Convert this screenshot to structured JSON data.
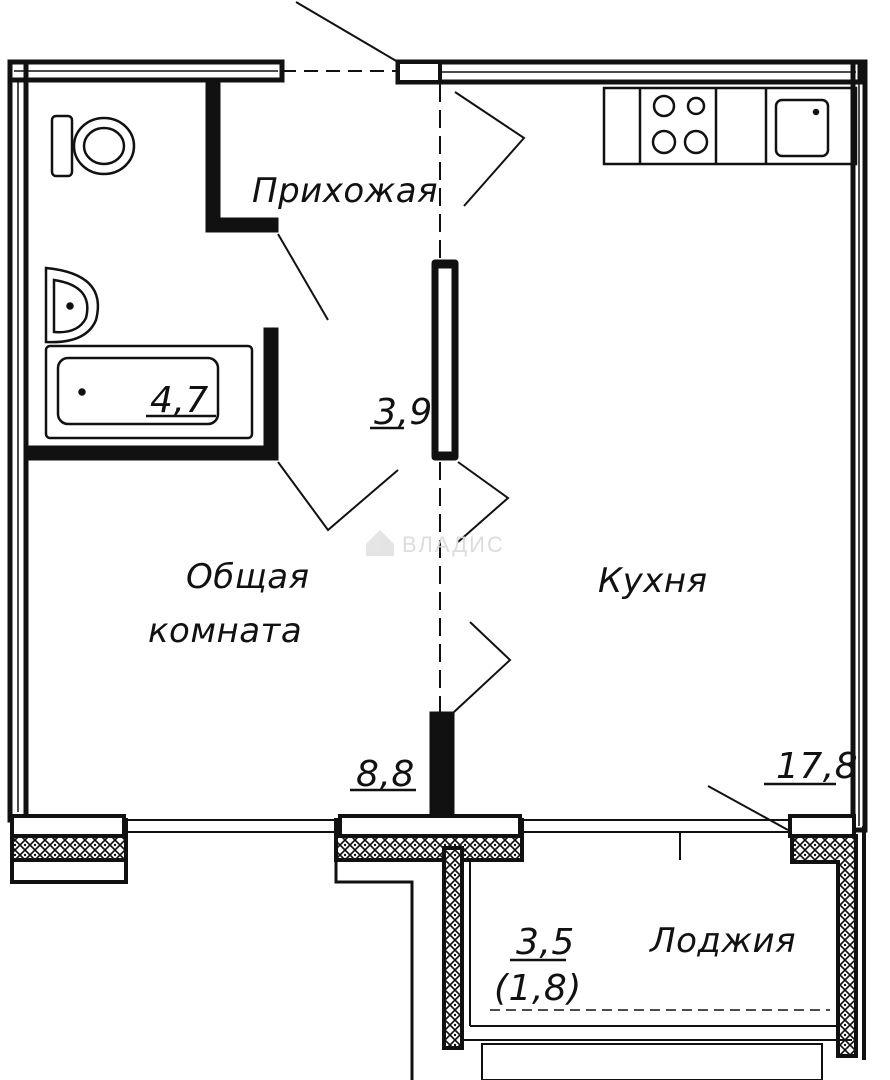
{
  "rooms": {
    "hallway": {
      "name": "Прихожая",
      "area": "3,9"
    },
    "bathroom": {
      "area": "4,7"
    },
    "living": {
      "name_line1": "Общая",
      "name_line2": "комната",
      "area": "8,8"
    },
    "kitchen": {
      "name": "Кухня",
      "area": "17,8"
    },
    "loggia": {
      "name": "Лоджия",
      "area": "3,5",
      "area_reduced": "(1,8)"
    }
  },
  "watermark": {
    "text": "ВЛАДИС",
    "color": "#d9d9d9"
  },
  "colors": {
    "wall": "#111111",
    "background": "#ffffff"
  }
}
